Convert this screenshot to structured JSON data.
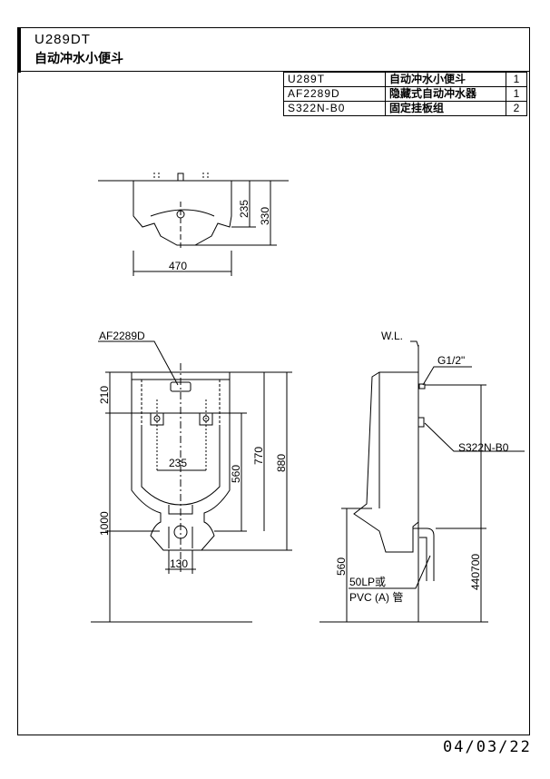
{
  "header": {
    "model": "U289DT",
    "name": "自动冲水小便斗"
  },
  "parts": [
    {
      "code": "U289T",
      "desc": "自动冲水小便斗",
      "qty": "1"
    },
    {
      "code": "AF2289D",
      "desc": "隐藏式自动冲水器",
      "qty": "1"
    },
    {
      "code": "S322N-B0",
      "desc": "固定挂板组",
      "qty": "2"
    }
  ],
  "top_view": {
    "dim_width": "470",
    "dim_depth": "235",
    "dim_depth_total": "330"
  },
  "front_view": {
    "label_sensor": "AF2289D",
    "dim_top": "210",
    "dim_bracket_span": "235",
    "dim_560": "560",
    "dim_770": "770",
    "dim_880": "880",
    "dim_1000": "1000",
    "dim_outlet": "130"
  },
  "side_view": {
    "label_wl": "W.L.",
    "label_inlet": "G1/2\"",
    "label_bracket": "S322N-B0",
    "dim_560": "560",
    "dim_440_700": "440700",
    "label_drain_1": "50LP或",
    "label_drain_2": "PVC (A) 管"
  },
  "footer": {
    "date": "04/03/22"
  }
}
